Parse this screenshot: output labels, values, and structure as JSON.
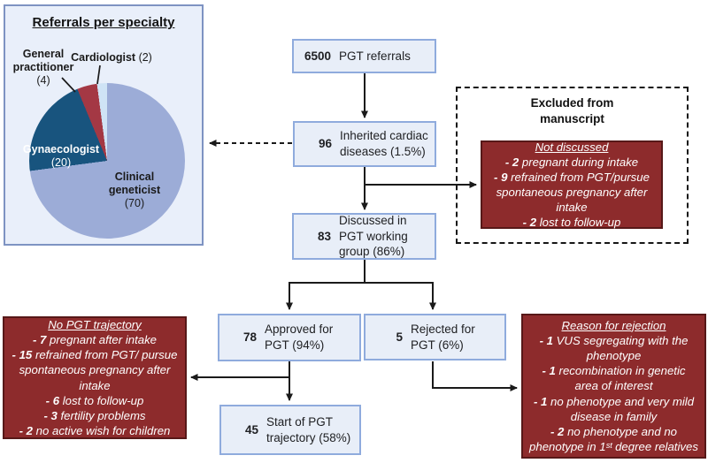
{
  "colors": {
    "flow_box_fill": "#e8eef8",
    "flow_box_border": "#8fabdd",
    "red_box_fill": "#8d2b2c",
    "red_box_border": "#571818",
    "panel_fill": "#e9effa",
    "panel_border": "#7e93c2",
    "arrow": "#1a1a1a",
    "pie_clinical_geneticist": "#9cacd7",
    "pie_gynaecologist": "#18547e",
    "pie_general_practitioner": "#a43844",
    "pie_cardiologist": "#cfe3f5"
  },
  "chart_data": {
    "type": "pie",
    "title": "Referrals per specialty",
    "labels": [
      "Clinical geneticist",
      "Gynaecologist",
      "General practitioner",
      "Cardiologist"
    ],
    "values": [
      70,
      20,
      4,
      2
    ],
    "total": 96,
    "colors": [
      "#9cacd7",
      "#18547e",
      "#a43844",
      "#cfe3f5"
    ],
    "legend_position": "labels-on-chart",
    "start_angle_deg": 0,
    "direction": "clockwise"
  },
  "pie_panel": {
    "title": "Referrals per specialty",
    "labels": {
      "general_practitioner": {
        "name": "General practitioner",
        "value": "(4)"
      },
      "cardiologist": {
        "name": "Cardiologist",
        "value": "(2)"
      },
      "gynaecologist": {
        "name": "Gynaecologist",
        "value": "(20)"
      },
      "clinical_geneticist": {
        "name": "Clinical geneticist",
        "value": "(70)"
      }
    }
  },
  "flow": {
    "boxes": [
      {
        "num": "6500",
        "label": "PGT referrals"
      },
      {
        "num": "96",
        "label": "Inherited cardiac diseases (1.5%)"
      },
      {
        "num": "83",
        "label": "Discussed in PGT working group (86%)"
      },
      {
        "num": "78",
        "label": "Approved for PGT (94%)"
      },
      {
        "num": "5",
        "label": "Rejected for PGT (6%)"
      },
      {
        "num": "45",
        "label": "Start of PGT trajectory (58%)"
      }
    ]
  },
  "excluded": {
    "heading": "Excluded from manuscript"
  },
  "red_boxes": {
    "not_discussed": {
      "title": "Not discussed",
      "items": [
        {
          "n": "- 2",
          "t": "pregnant during intake"
        },
        {
          "n": "- 9",
          "t": "refrained from PGT/pursue spontaneous pregnancy after intake"
        },
        {
          "n": "- 2",
          "t": "lost to follow-up"
        }
      ]
    },
    "no_pgt_trajectory": {
      "title": "No PGT trajectory",
      "items": [
        {
          "n": "- 7",
          "t": "pregnant after intake"
        },
        {
          "n": "- 15",
          "t": "refrained from PGT/ pursue spontaneous pregnancy after intake"
        },
        {
          "n": "- 6",
          "t": "lost to follow-up"
        },
        {
          "n": "- 3",
          "t": "fertility problems"
        },
        {
          "n": "- 2",
          "t": "no active wish for children"
        }
      ]
    },
    "reason_for_rejection": {
      "title": "Reason for rejection",
      "items": [
        {
          "n": "- 1",
          "t": "VUS segregating with the phenotype"
        },
        {
          "n": "- 1",
          "t": "recombination in genetic area of interest"
        },
        {
          "n": "- 1",
          "t": "no phenotype and very mild disease in family"
        },
        {
          "n": "- 2",
          "t": "no phenotype and no phenotype in 1ˢᵗ degree relatives"
        }
      ]
    }
  }
}
